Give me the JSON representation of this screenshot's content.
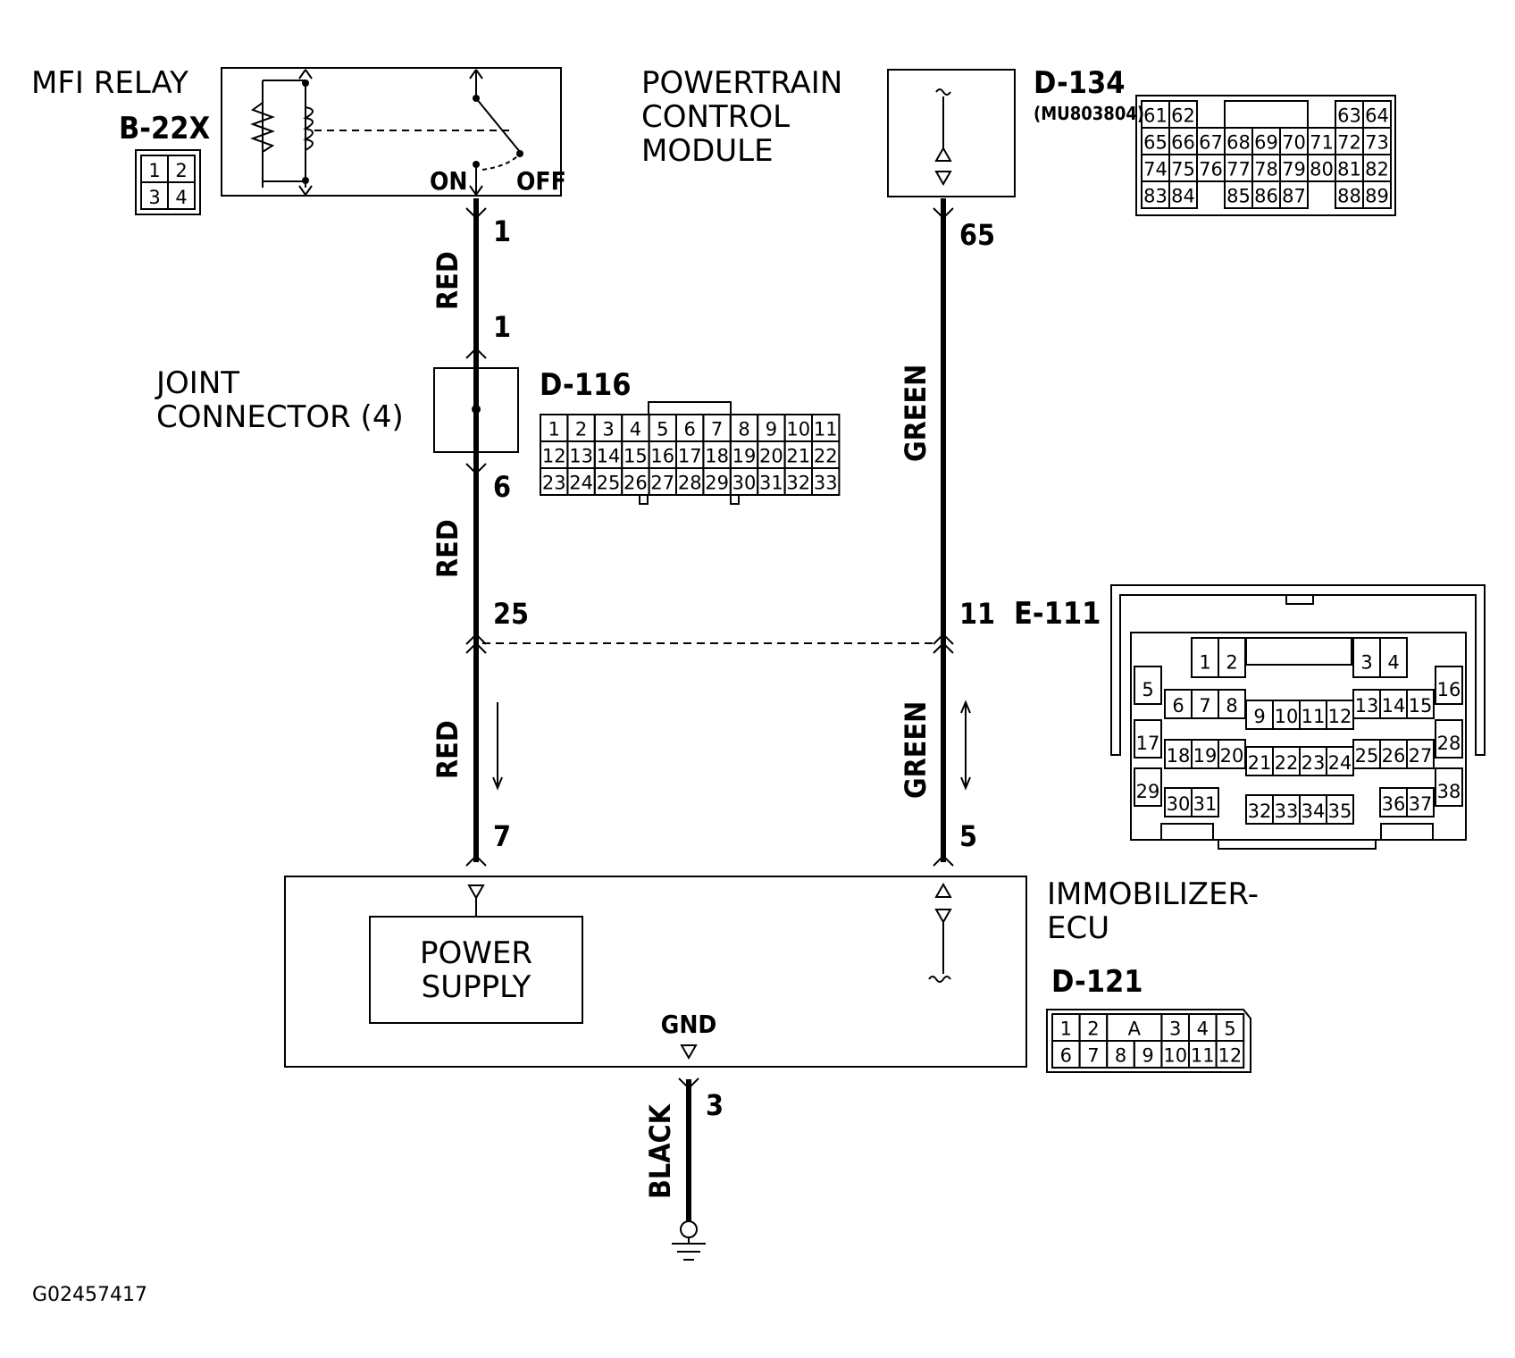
{
  "mfi_relay": {
    "name": "MFI RELAY",
    "code": "B-22X",
    "on": "ON",
    "off": "OFF",
    "connector": [
      [
        "1",
        "2"
      ],
      [
        "3",
        "4"
      ]
    ]
  },
  "pcm": {
    "name": [
      "POWERTRAIN",
      "CONTROL",
      "MODULE"
    ],
    "code": "D-134",
    "part": "(MU803804)",
    "connector": [
      [
        "61",
        "62",
        "",
        "",
        "",
        "",
        "",
        "63",
        "64"
      ],
      [
        "65",
        "66",
        "67",
        "68",
        "69",
        "70",
        "71",
        "72",
        "73"
      ],
      [
        "74",
        "75",
        "76",
        "77",
        "78",
        "79",
        "80",
        "81",
        "82"
      ],
      [
        "83",
        "84",
        "",
        "85",
        "86",
        "87",
        "",
        "88",
        "89"
      ]
    ]
  },
  "joint": {
    "name": [
      "JOINT",
      "CONNECTOR (4)"
    ],
    "code": "D-116",
    "connector": [
      [
        "1",
        "2",
        "3",
        "4",
        "5",
        "6",
        "7",
        "8",
        "9",
        "10",
        "11"
      ],
      [
        "12",
        "13",
        "14",
        "15",
        "16",
        "17",
        "18",
        "19",
        "20",
        "21",
        "22"
      ],
      [
        "23",
        "24",
        "25",
        "26",
        "27",
        "28",
        "29",
        "30",
        "31",
        "32",
        "33"
      ]
    ]
  },
  "e111": {
    "code": "E-111",
    "pins": [
      "1",
      "2",
      "3",
      "4",
      "5",
      "6",
      "7",
      "8",
      "9",
      "10",
      "11",
      "12",
      "13",
      "14",
      "15",
      "16",
      "17",
      "18",
      "19",
      "20",
      "21",
      "22",
      "23",
      "24",
      "25",
      "26",
      "27",
      "28",
      "29",
      "30",
      "31",
      "32",
      "33",
      "34",
      "35",
      "36",
      "37",
      "38"
    ]
  },
  "immobilizer": {
    "name": [
      "IMMOBILIZER-",
      "ECU"
    ],
    "code": "D-121",
    "power_supply": [
      "POWER",
      "SUPPLY"
    ],
    "gnd": "GND",
    "connector": [
      [
        "1",
        "2",
        "A",
        "3",
        "4",
        "5"
      ],
      [
        "6",
        "7",
        "8",
        "9",
        "10",
        "11",
        "12"
      ]
    ]
  },
  "wires": {
    "left_top": {
      "color": "RED",
      "pin_top": "1",
      "pin_bottom": "1"
    },
    "left_mid": {
      "color": "RED",
      "pin_top": "6",
      "pin_bottom": "25"
    },
    "left_low": {
      "color": "RED",
      "pin_bottom": "7"
    },
    "right_top": {
      "color": "GREEN",
      "pin_top": "65",
      "pin_bottom": "11"
    },
    "right_low": {
      "color": "GREEN",
      "pin_bottom": "5"
    },
    "ground": {
      "color": "BLACK",
      "pin": "3"
    }
  },
  "figure_id": "G02457417"
}
